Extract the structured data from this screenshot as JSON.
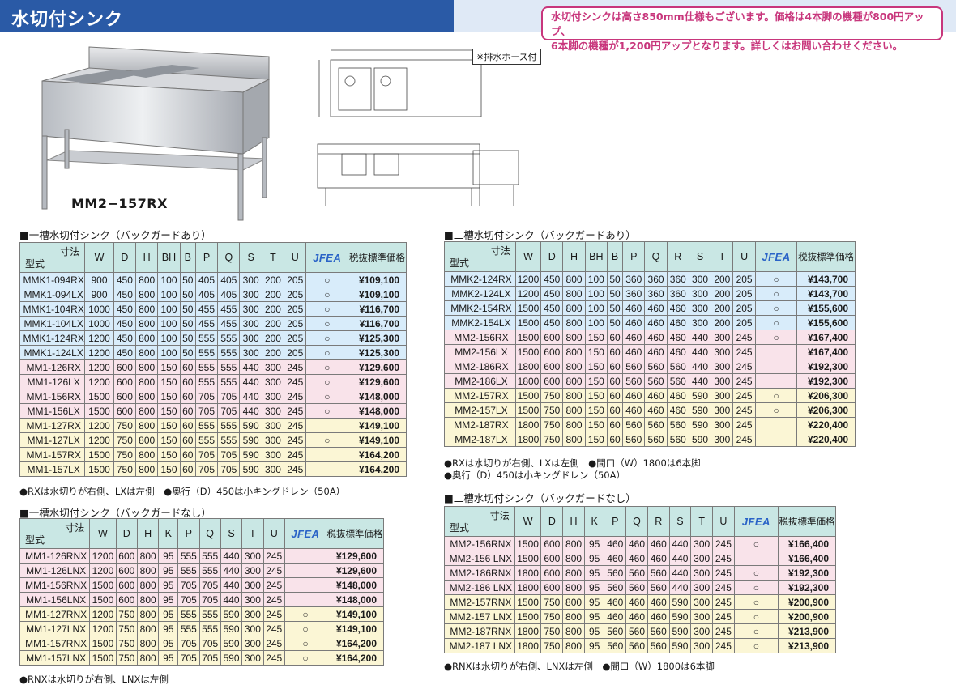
{
  "page_title": "水切付シンク",
  "notice": "水切付シンクは高さ850mm仕様もございます。価格は4本脚の機種が800円アップ、\n6本脚の機種が1,200円アップとなります。詳しくはお問い合わせください。",
  "photo_caption": "MM2−157RX",
  "drawing_note": "※排水ホース付",
  "colors": {
    "header_blue": "#2a5aa6",
    "header_teal": "#c9e7e4",
    "row_blue": "#d8ecfa",
    "row_pink": "#f9e3ea",
    "row_yellow": "#fbf6d5",
    "notice_magenta": "#c8367c",
    "jfea": "#2a63c7"
  },
  "header_labels": {
    "dim": "寸法",
    "model": "型式",
    "jfea": "JFEA",
    "price": "税抜標準価格"
  },
  "table1": {
    "title": "■一槽水切付シンク（バックガードあり）",
    "cols": [
      "W",
      "D",
      "H",
      "BH",
      "B",
      "P",
      "Q",
      "S",
      "T",
      "U"
    ],
    "rows": [
      {
        "model": "MMK1-094RX",
        "v": [
          "900",
          "450",
          "800",
          "100",
          "50",
          "405",
          "405",
          "300",
          "200",
          "205"
        ],
        "jfea": "○",
        "price": "¥109,100",
        "bg": "bl"
      },
      {
        "model": "MMK1-094LX",
        "v": [
          "900",
          "450",
          "800",
          "100",
          "50",
          "405",
          "405",
          "300",
          "200",
          "205"
        ],
        "jfea": "○",
        "price": "¥109,100",
        "bg": "bl"
      },
      {
        "model": "MMK1-104RX",
        "v": [
          "1000",
          "450",
          "800",
          "100",
          "50",
          "455",
          "455",
          "300",
          "200",
          "205"
        ],
        "jfea": "○",
        "price": "¥116,700",
        "bg": "bl"
      },
      {
        "model": "MMK1-104LX",
        "v": [
          "1000",
          "450",
          "800",
          "100",
          "50",
          "455",
          "455",
          "300",
          "200",
          "205"
        ],
        "jfea": "○",
        "price": "¥116,700",
        "bg": "bl"
      },
      {
        "model": "MMK1-124RX",
        "v": [
          "1200",
          "450",
          "800",
          "100",
          "50",
          "555",
          "555",
          "300",
          "200",
          "205"
        ],
        "jfea": "○",
        "price": "¥125,300",
        "bg": "bl"
      },
      {
        "model": "MMK1-124LX",
        "v": [
          "1200",
          "450",
          "800",
          "100",
          "50",
          "555",
          "555",
          "300",
          "200",
          "205"
        ],
        "jfea": "○",
        "price": "¥125,300",
        "bg": "bl"
      },
      {
        "model": "MM1-126RX",
        "v": [
          "1200",
          "600",
          "800",
          "150",
          "60",
          "555",
          "555",
          "440",
          "300",
          "245"
        ],
        "jfea": "○",
        "price": "¥129,600",
        "bg": "pk"
      },
      {
        "model": "MM1-126LX",
        "v": [
          "1200",
          "600",
          "800",
          "150",
          "60",
          "555",
          "555",
          "440",
          "300",
          "245"
        ],
        "jfea": "○",
        "price": "¥129,600",
        "bg": "pk"
      },
      {
        "model": "MM1-156RX",
        "v": [
          "1500",
          "600",
          "800",
          "150",
          "60",
          "705",
          "705",
          "440",
          "300",
          "245"
        ],
        "jfea": "○",
        "price": "¥148,000",
        "bg": "pk"
      },
      {
        "model": "MM1-156LX",
        "v": [
          "1500",
          "600",
          "800",
          "150",
          "60",
          "705",
          "705",
          "440",
          "300",
          "245"
        ],
        "jfea": "○",
        "price": "¥148,000",
        "bg": "pk"
      },
      {
        "model": "MM1-127RX",
        "v": [
          "1200",
          "750",
          "800",
          "150",
          "60",
          "555",
          "555",
          "590",
          "300",
          "245"
        ],
        "jfea": "",
        "price": "¥149,100",
        "bg": "yl"
      },
      {
        "model": "MM1-127LX",
        "v": [
          "1200",
          "750",
          "800",
          "150",
          "60",
          "555",
          "555",
          "590",
          "300",
          "245"
        ],
        "jfea": "○",
        "price": "¥149,100",
        "bg": "yl"
      },
      {
        "model": "MM1-157RX",
        "v": [
          "1500",
          "750",
          "800",
          "150",
          "60",
          "705",
          "705",
          "590",
          "300",
          "245"
        ],
        "jfea": "",
        "price": "¥164,200",
        "bg": "yl"
      },
      {
        "model": "MM1-157LX",
        "v": [
          "1500",
          "750",
          "800",
          "150",
          "60",
          "705",
          "705",
          "590",
          "300",
          "245"
        ],
        "jfea": "",
        "price": "¥164,200",
        "bg": "yl"
      }
    ],
    "footnote": "●RXは水切りが右側、LXは左側　●奥行（D）450は小キングドレン（50A）"
  },
  "table2": {
    "title": "■一槽水切付シンク（バックガードなし）",
    "cols": [
      "W",
      "D",
      "H",
      "K",
      "P",
      "Q",
      "S",
      "T",
      "U"
    ],
    "rows": [
      {
        "model": "MM1-126RNX",
        "v": [
          "1200",
          "600",
          "800",
          "95",
          "555",
          "555",
          "440",
          "300",
          "245"
        ],
        "jfea": "",
        "price": "¥129,600",
        "bg": "pk"
      },
      {
        "model": "MM1-126LNX",
        "v": [
          "1200",
          "600",
          "800",
          "95",
          "555",
          "555",
          "440",
          "300",
          "245"
        ],
        "jfea": "",
        "price": "¥129,600",
        "bg": "pk"
      },
      {
        "model": "MM1-156RNX",
        "v": [
          "1500",
          "600",
          "800",
          "95",
          "705",
          "705",
          "440",
          "300",
          "245"
        ],
        "jfea": "",
        "price": "¥148,000",
        "bg": "pk"
      },
      {
        "model": "MM1-156LNX",
        "v": [
          "1500",
          "600",
          "800",
          "95",
          "705",
          "705",
          "440",
          "300",
          "245"
        ],
        "jfea": "",
        "price": "¥148,000",
        "bg": "pk"
      },
      {
        "model": "MM1-127RNX",
        "v": [
          "1200",
          "750",
          "800",
          "95",
          "555",
          "555",
          "590",
          "300",
          "245"
        ],
        "jfea": "○",
        "price": "¥149,100",
        "bg": "yl"
      },
      {
        "model": "MM1-127LNX",
        "v": [
          "1200",
          "750",
          "800",
          "95",
          "555",
          "555",
          "590",
          "300",
          "245"
        ],
        "jfea": "○",
        "price": "¥149,100",
        "bg": "yl"
      },
      {
        "model": "MM1-157RNX",
        "v": [
          "1500",
          "750",
          "800",
          "95",
          "705",
          "705",
          "590",
          "300",
          "245"
        ],
        "jfea": "○",
        "price": "¥164,200",
        "bg": "yl"
      },
      {
        "model": "MM1-157LNX",
        "v": [
          "1500",
          "750",
          "800",
          "95",
          "705",
          "705",
          "590",
          "300",
          "245"
        ],
        "jfea": "○",
        "price": "¥164,200",
        "bg": "yl"
      }
    ],
    "footnote": "●RNXは水切りが右側、LNXは左側"
  },
  "table3": {
    "title": "■二槽水切付シンク（バックガードあり）",
    "cols": [
      "W",
      "D",
      "H",
      "BH",
      "B",
      "P",
      "Q",
      "R",
      "S",
      "T",
      "U"
    ],
    "rows": [
      {
        "model": "MMK2-124RX",
        "v": [
          "1200",
          "450",
          "800",
          "100",
          "50",
          "360",
          "360",
          "360",
          "300",
          "200",
          "205"
        ],
        "jfea": "○",
        "price": "¥143,700",
        "bg": "bl"
      },
      {
        "model": "MMK2-124LX",
        "v": [
          "1200",
          "450",
          "800",
          "100",
          "50",
          "360",
          "360",
          "360",
          "300",
          "200",
          "205"
        ],
        "jfea": "○",
        "price": "¥143,700",
        "bg": "bl"
      },
      {
        "model": "MMK2-154RX",
        "v": [
          "1500",
          "450",
          "800",
          "100",
          "50",
          "460",
          "460",
          "460",
          "300",
          "200",
          "205"
        ],
        "jfea": "○",
        "price": "¥155,600",
        "bg": "bl"
      },
      {
        "model": "MMK2-154LX",
        "v": [
          "1500",
          "450",
          "800",
          "100",
          "50",
          "460",
          "460",
          "460",
          "300",
          "200",
          "205"
        ],
        "jfea": "○",
        "price": "¥155,600",
        "bg": "bl"
      },
      {
        "model": "MM2-156RX",
        "v": [
          "1500",
          "600",
          "800",
          "150",
          "60",
          "460",
          "460",
          "460",
          "440",
          "300",
          "245"
        ],
        "jfea": "○",
        "price": "¥167,400",
        "bg": "pk"
      },
      {
        "model": "MM2-156LX",
        "v": [
          "1500",
          "600",
          "800",
          "150",
          "60",
          "460",
          "460",
          "460",
          "440",
          "300",
          "245"
        ],
        "jfea": "",
        "price": "¥167,400",
        "bg": "pk"
      },
      {
        "model": "MM2-186RX",
        "v": [
          "1800",
          "600",
          "800",
          "150",
          "60",
          "560",
          "560",
          "560",
          "440",
          "300",
          "245"
        ],
        "jfea": "",
        "price": "¥192,300",
        "bg": "pk"
      },
      {
        "model": "MM2-186LX",
        "v": [
          "1800",
          "600",
          "800",
          "150",
          "60",
          "560",
          "560",
          "560",
          "440",
          "300",
          "245"
        ],
        "jfea": "",
        "price": "¥192,300",
        "bg": "pk"
      },
      {
        "model": "MM2-157RX",
        "v": [
          "1500",
          "750",
          "800",
          "150",
          "60",
          "460",
          "460",
          "460",
          "590",
          "300",
          "245"
        ],
        "jfea": "○",
        "price": "¥206,300",
        "bg": "yl"
      },
      {
        "model": "MM2-157LX",
        "v": [
          "1500",
          "750",
          "800",
          "150",
          "60",
          "460",
          "460",
          "460",
          "590",
          "300",
          "245"
        ],
        "jfea": "○",
        "price": "¥206,300",
        "bg": "yl"
      },
      {
        "model": "MM2-187RX",
        "v": [
          "1800",
          "750",
          "800",
          "150",
          "60",
          "560",
          "560",
          "560",
          "590",
          "300",
          "245"
        ],
        "jfea": "",
        "price": "¥220,400",
        "bg": "yl"
      },
      {
        "model": "MM2-187LX",
        "v": [
          "1800",
          "750",
          "800",
          "150",
          "60",
          "560",
          "560",
          "560",
          "590",
          "300",
          "245"
        ],
        "jfea": "",
        "price": "¥220,400",
        "bg": "yl"
      }
    ],
    "footnote": "●RXは水切りが右側、LXは左側　●間口（W）1800は6本脚\n●奥行（D）450は小キングドレン（50A）"
  },
  "table4": {
    "title": "■二槽水切付シンク（バックガードなし）",
    "cols": [
      "W",
      "D",
      "H",
      "K",
      "P",
      "Q",
      "R",
      "S",
      "T",
      "U"
    ],
    "rows": [
      {
        "model": "MM2-156RNX",
        "v": [
          "1500",
          "600",
          "800",
          "95",
          "460",
          "460",
          "460",
          "440",
          "300",
          "245"
        ],
        "jfea": "○",
        "price": "¥166,400",
        "bg": "pk"
      },
      {
        "model": "MM2-156 LNX",
        "v": [
          "1500",
          "600",
          "800",
          "95",
          "460",
          "460",
          "460",
          "440",
          "300",
          "245"
        ],
        "jfea": "",
        "price": "¥166,400",
        "bg": "pk"
      },
      {
        "model": "MM2-186RNX",
        "v": [
          "1800",
          "600",
          "800",
          "95",
          "560",
          "560",
          "560",
          "440",
          "300",
          "245"
        ],
        "jfea": "○",
        "price": "¥192,300",
        "bg": "pk"
      },
      {
        "model": "MM2-186 LNX",
        "v": [
          "1800",
          "600",
          "800",
          "95",
          "560",
          "560",
          "560",
          "440",
          "300",
          "245"
        ],
        "jfea": "○",
        "price": "¥192,300",
        "bg": "pk"
      },
      {
        "model": "MM2-157RNX",
        "v": [
          "1500",
          "750",
          "800",
          "95",
          "460",
          "460",
          "460",
          "590",
          "300",
          "245"
        ],
        "jfea": "○",
        "price": "¥200,900",
        "bg": "yl"
      },
      {
        "model": "MM2-157 LNX",
        "v": [
          "1500",
          "750",
          "800",
          "95",
          "460",
          "460",
          "460",
          "590",
          "300",
          "245"
        ],
        "jfea": "○",
        "price": "¥200,900",
        "bg": "yl"
      },
      {
        "model": "MM2-187RNX",
        "v": [
          "1800",
          "750",
          "800",
          "95",
          "560",
          "560",
          "560",
          "590",
          "300",
          "245"
        ],
        "jfea": "○",
        "price": "¥213,900",
        "bg": "yl"
      },
      {
        "model": "MM2-187 LNX",
        "v": [
          "1800",
          "750",
          "800",
          "95",
          "560",
          "560",
          "560",
          "590",
          "300",
          "245"
        ],
        "jfea": "○",
        "price": "¥213,900",
        "bg": "yl"
      }
    ],
    "footnote": "●RNXは水切りが右側、LNXは左側　●間口（W）1800は6本脚"
  }
}
